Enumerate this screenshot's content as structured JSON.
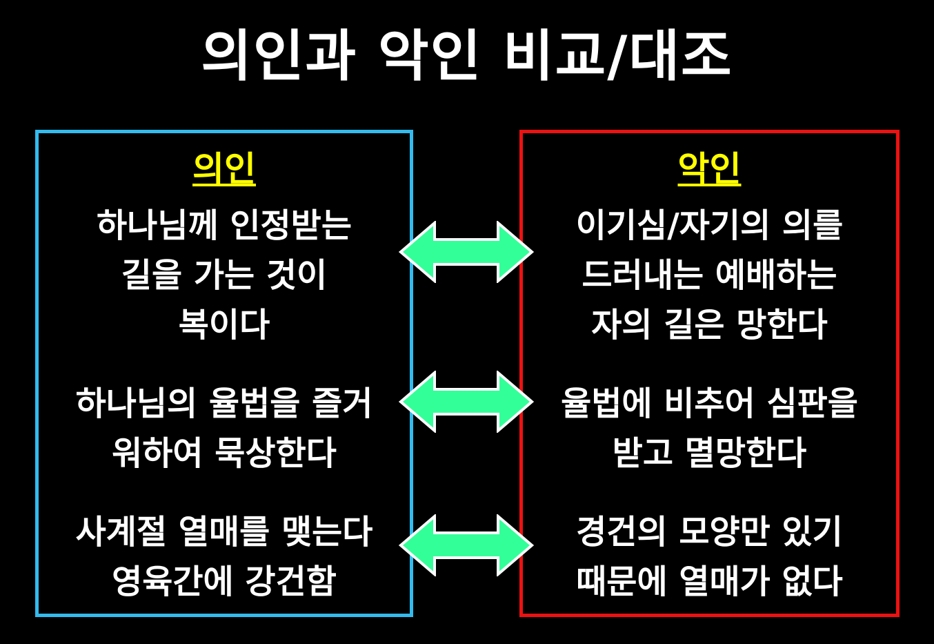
{
  "title": "의인과 악인 비교/대조",
  "colors": {
    "background": "#000000",
    "text": "#ffffff",
    "heading": "#ffff00",
    "left_border": "#33bbee",
    "right_border": "#ee1111",
    "arrow_fill": "#33ff99"
  },
  "left": {
    "heading": "의인",
    "items": [
      {
        "lines": [
          "하나님께 인정받는",
          "길을 가는 것이",
          "복이다"
        ]
      },
      {
        "lines": [
          "하나님의 율법을 즐거",
          "워하여 묵상한다"
        ]
      },
      {
        "lines": [
          "사계절 열매를 맺는다",
          "영육간에 강건함"
        ]
      }
    ]
  },
  "right": {
    "heading": "악인",
    "items": [
      {
        "lines": [
          "이기심/자기의 의를",
          "드러내는 예배하는",
          "자의 길은 망한다"
        ]
      },
      {
        "lines": [
          "율법에 비추어 심판을",
          "받고 멸망한다"
        ]
      },
      {
        "lines": [
          "경건의 모양만 있기",
          "때문에 열매가 없다"
        ]
      }
    ]
  },
  "arrows": [
    {
      "icon": "double-arrow-icon"
    },
    {
      "icon": "double-arrow-icon"
    },
    {
      "icon": "double-arrow-icon"
    }
  ]
}
